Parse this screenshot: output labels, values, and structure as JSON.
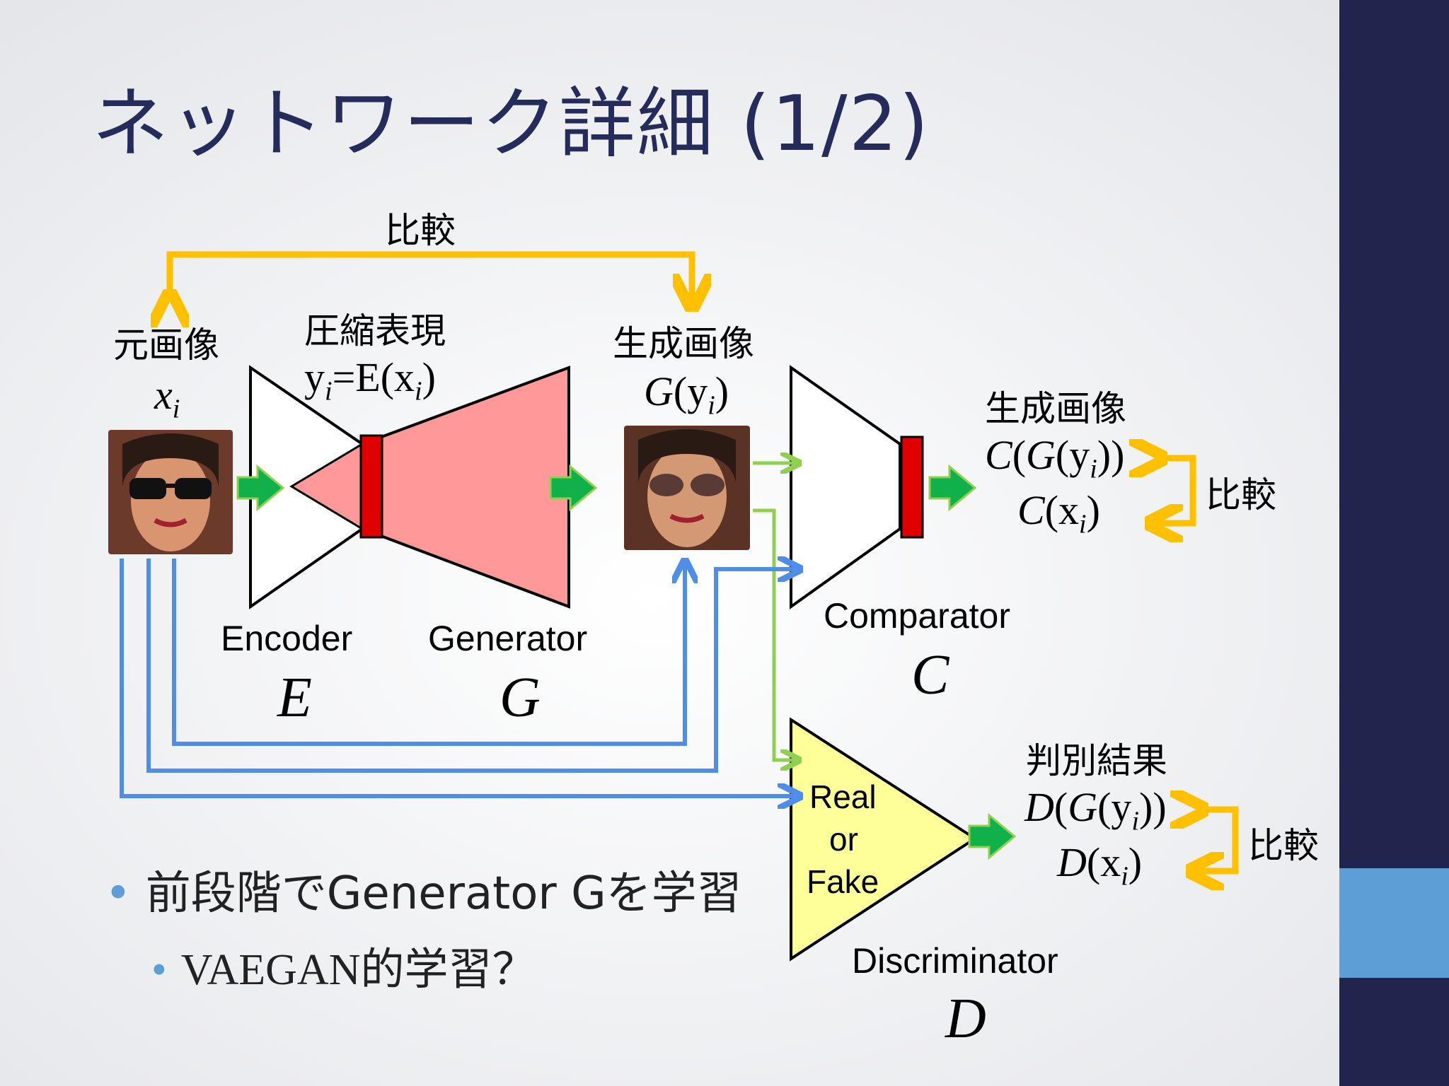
{
  "title": "ネットワーク詳細 (1/2)",
  "compare_label": "比較",
  "original": {
    "label": "元画像",
    "math": "xi"
  },
  "compressed": {
    "label": "圧縮表現",
    "math": "yi=E(xi)"
  },
  "generated": {
    "label": "生成画像",
    "math": "G(yi)"
  },
  "encoder": {
    "name": "Encoder",
    "symbol": "E"
  },
  "generator": {
    "name": "Generator",
    "symbol": "G"
  },
  "comparator": {
    "name": "Comparator",
    "symbol": "C",
    "output_label": "生成画像",
    "output_1": "C(G(yi))",
    "output_2": "C(xi)",
    "compare": "比較"
  },
  "discriminator": {
    "name": "Discriminator",
    "symbol": "D",
    "inner_line1": "Real",
    "inner_line2": "or",
    "inner_line3": "Fake",
    "output_label": "判別結果",
    "output_1": "D(G(yi))",
    "output_2": "D(xi)",
    "compare": "比較"
  },
  "bullets": {
    "main": "前段階でGenerator Gを学習",
    "sub": "VAEGAN的学習？"
  },
  "colors": {
    "title": "#252c5b",
    "sidebar": "#21244c",
    "sidebar_accent": "#5e9ed6",
    "compare_arrow": "#ffc000",
    "data_arrow_blue": "#4f8ee8",
    "data_arrow_green": "#8fd14f",
    "flow_arrow": "#10b04a",
    "latent_bar": "#e00000",
    "generator_fill": "#ff9999",
    "discriminator_fill": "#ffff99"
  }
}
